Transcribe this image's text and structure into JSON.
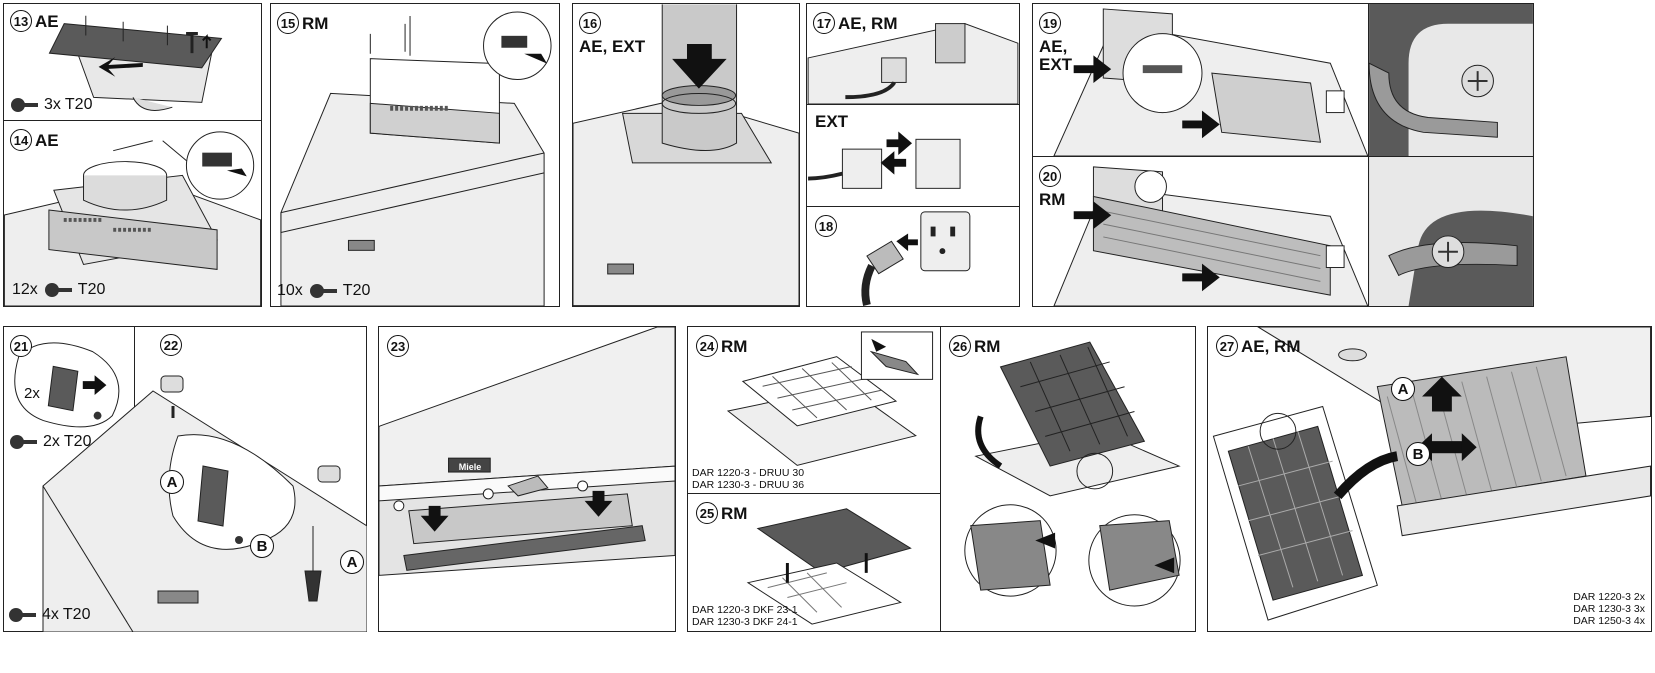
{
  "steps": {
    "s13": {
      "num": "13",
      "tag": "AE",
      "screws": {
        "count": "3x",
        "type": "T20"
      }
    },
    "s14": {
      "num": "14",
      "tag": "AE",
      "screws": {
        "count": "12x",
        "type": "T20"
      }
    },
    "s15": {
      "num": "15",
      "tag": "RM",
      "screws": {
        "count": "10x",
        "type": "T20"
      }
    },
    "s16": {
      "num": "16",
      "tag": "AE, EXT"
    },
    "s17": {
      "num": "17",
      "tag": "AE, RM",
      "sub_tag": "EXT"
    },
    "s18": {
      "num": "18"
    },
    "s19": {
      "num": "19",
      "tag": "AE,\nEXT"
    },
    "s20": {
      "num": "20",
      "tag": "RM"
    },
    "s21": {
      "num": "21",
      "mult": "2x",
      "screws": {
        "count": "2x",
        "type": "T20"
      }
    },
    "s22": {
      "num": "22",
      "callout_a": "A",
      "callout_b": "B",
      "callout_a2": "A",
      "screws": {
        "count": "4x",
        "type": "T20"
      }
    },
    "s23": {
      "num": "23",
      "logo": "Miele"
    },
    "s24": {
      "num": "24",
      "tag": "RM",
      "models": [
        "DAR 1220-3 - DRUU 30",
        "DAR 1230-3 - DRUU 36"
      ]
    },
    "s25": {
      "num": "25",
      "tag": "RM",
      "models": [
        "DAR 1220-3 DKF 23-1",
        "DAR 1230-3 DKF 24-1"
      ]
    },
    "s26": {
      "num": "26",
      "tag": "RM"
    },
    "s27": {
      "num": "27",
      "tag": "AE, RM",
      "callout_a": "A",
      "callout_b": "B",
      "models": [
        "DAR 1220-3 2x",
        "DAR 1230-3 3x",
        "DAR 1250-3 4x"
      ]
    }
  },
  "colors": {
    "line": "#222222",
    "fill_light": "#e8e8e8",
    "fill_mid": "#bdbdbd",
    "fill_dark": "#5a5a5a",
    "arrow": "#111111"
  }
}
